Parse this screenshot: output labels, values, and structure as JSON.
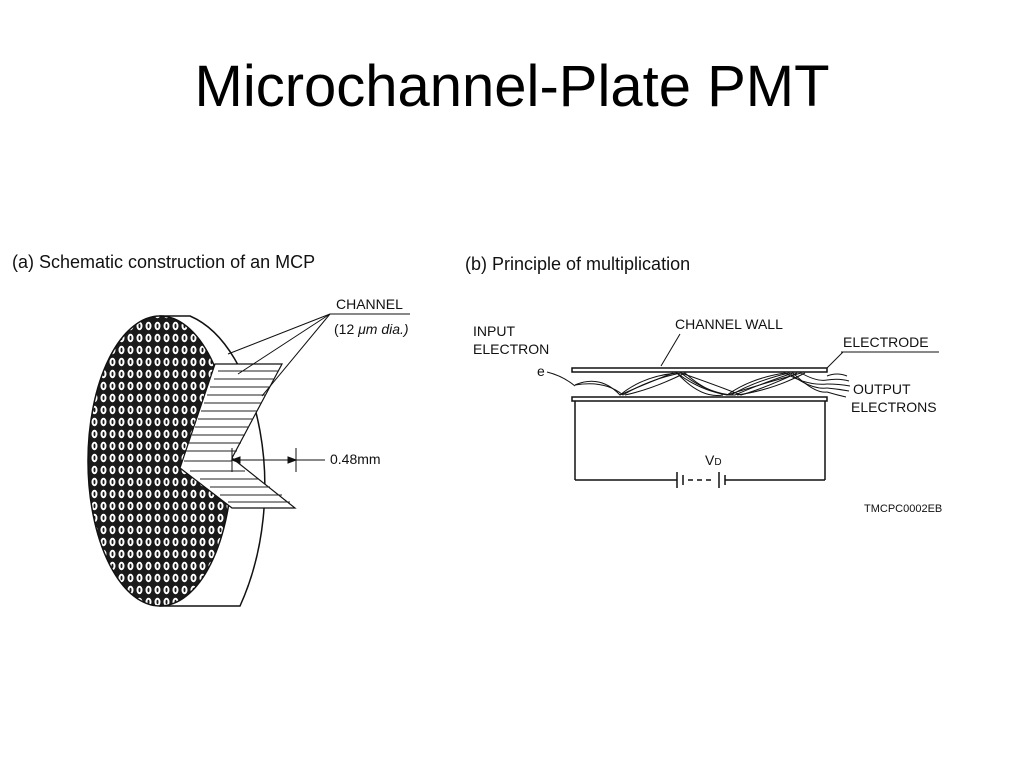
{
  "slide": {
    "title": "Microchannel-Plate PMT"
  },
  "panel_a": {
    "caption": "(a) Schematic construction of an MCP",
    "channel_label": "CHANNEL",
    "channel_dia_prefix": "(12 ",
    "channel_dia_unit": "μm dia.)",
    "thickness_label": "0.48mm"
  },
  "panel_b": {
    "caption": "(b) Principle of multiplication",
    "input_line1": "INPUT",
    "input_line2": "ELECTRON",
    "electron_symbol": "e",
    "channel_wall": "CHANNEL WALL",
    "electrode": "ELECTRODE",
    "output_line1": "OUTPUT",
    "output_line2": "ELECTRONS",
    "voltage_main": "V",
    "voltage_sub": "D",
    "figure_code": "TMCPC0002EB"
  },
  "colors": {
    "ink": "#111111",
    "background": "#ffffff"
  }
}
